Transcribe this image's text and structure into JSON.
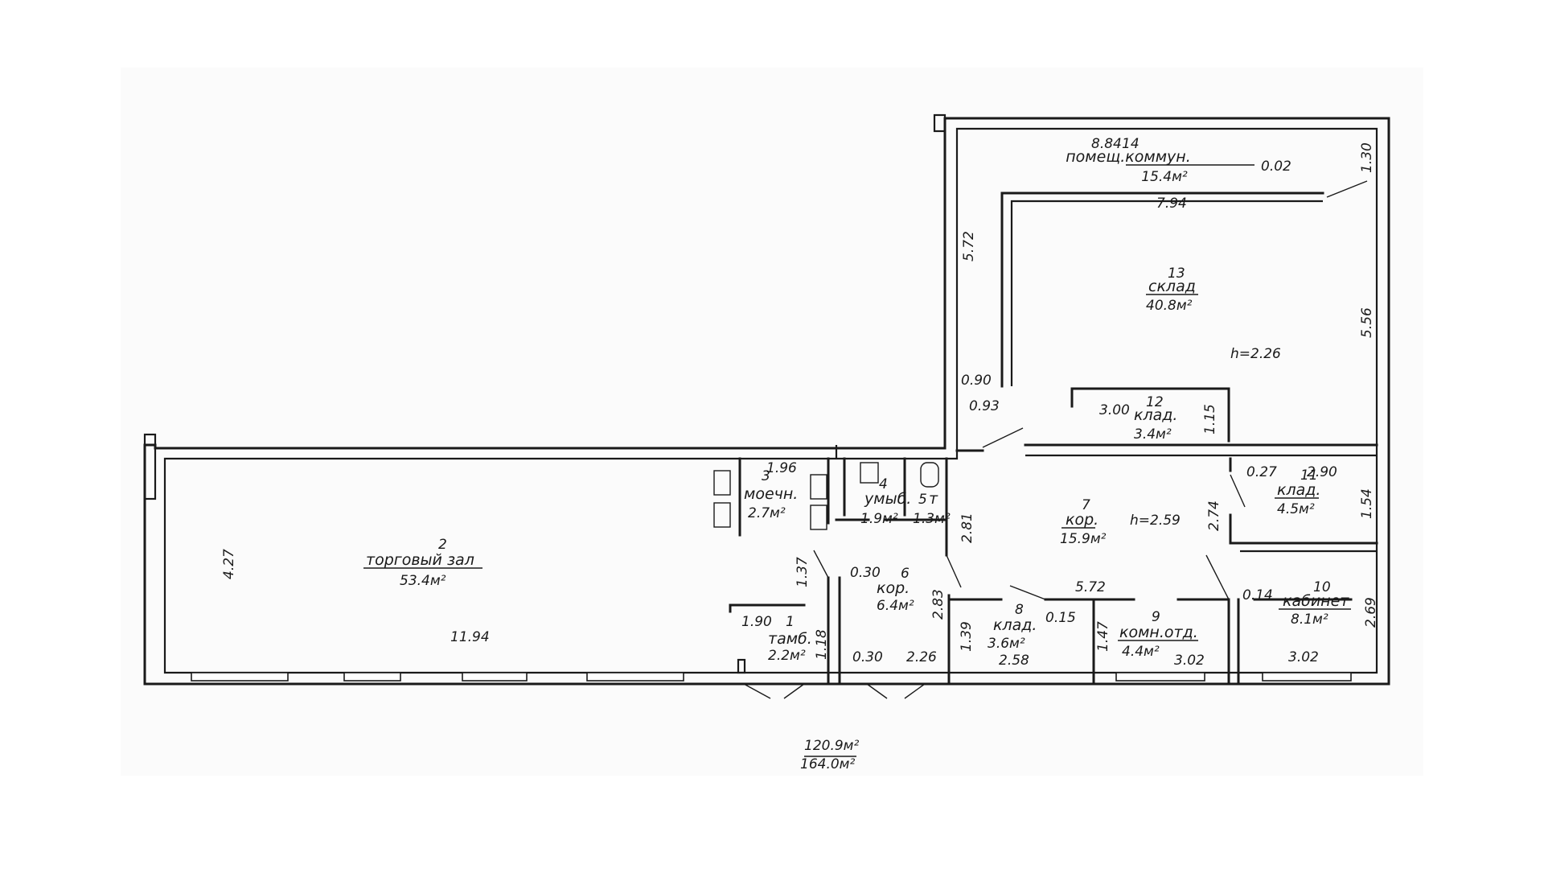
{
  "rooms": [
    {
      "id": "r1",
      "number": "1",
      "name": "тамб.",
      "area": "2.2м²"
    },
    {
      "id": "r2",
      "number": "2",
      "name": "торговый зал",
      "area": "53.4м²"
    },
    {
      "id": "r3",
      "number": "3",
      "name": "моечн.",
      "area": "2.7м²"
    },
    {
      "id": "r4",
      "number": "4",
      "name": "умыб.",
      "area": "1.9м²"
    },
    {
      "id": "r5",
      "number": "5",
      "name": "т",
      "area": "1.3м²"
    },
    {
      "id": "r6",
      "number": "6",
      "name": "кор.",
      "area": "6.4м²"
    },
    {
      "id": "r7",
      "number": "7",
      "name": "кор.",
      "area": "15.9м²"
    },
    {
      "id": "r8",
      "number": "8",
      "name": "клад.",
      "area": "3.6м²"
    },
    {
      "id": "r9",
      "number": "9",
      "name": "комн.отд.",
      "area": "4.4м²"
    },
    {
      "id": "r10",
      "number": "10",
      "name": "кабинет",
      "area": "8.1м²"
    },
    {
      "id": "r11",
      "number": "11",
      "name": "клад.",
      "area": "4.5м²"
    },
    {
      "id": "r12",
      "number": "12",
      "name": "клад.",
      "area": "3.4м²"
    },
    {
      "id": "r13",
      "number": "13",
      "name": "склад",
      "area": "40.8м²"
    },
    {
      "id": "r14",
      "number": "14",
      "name": "помещ.коммун.",
      "area": "15.4м²"
    }
  ],
  "heights": [
    "h=2.26",
    "h=2.59"
  ],
  "dimensions": [
    "8.84",
    "0.02",
    "1.30",
    "7.94",
    "5.72",
    "5.56",
    "0.90",
    "0.93",
    "3.00",
    "1.15",
    "1.96",
    "0.27",
    "2.90",
    "1.54",
    "2.81",
    "2.74",
    "4.27",
    "1.37",
    "0.30",
    "2.83",
    "5.72",
    "0.15",
    "0.14",
    "2.69",
    "1.90",
    "1.18",
    "1.39",
    "1.47",
    "11.94",
    "0.30",
    "2.26",
    "2.58",
    "3.02",
    "3.02"
  ],
  "totals": {
    "living": "120.9м²",
    "total": "164.0м²"
  }
}
